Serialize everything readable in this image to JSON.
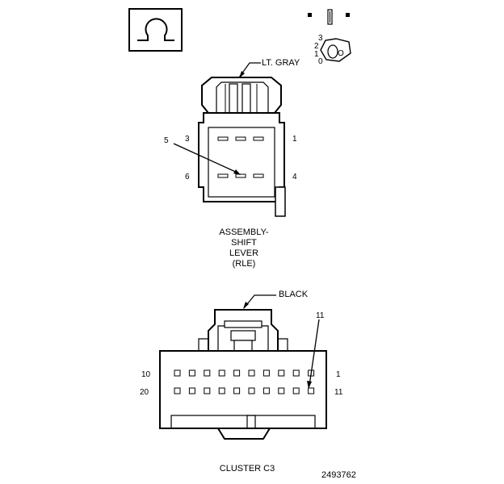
{
  "connector_rle": {
    "color_label": "LT. GRAY",
    "pin_numbers": {
      "p3": "3",
      "p1": "1",
      "p6": "6",
      "p4": "4",
      "p5": "5"
    },
    "name_lines": [
      "ASSEMBLY-",
      "SHIFT",
      "LEVER",
      "(RLE)"
    ]
  },
  "connector_c3": {
    "color_label": "BLACK",
    "pin_numbers": {
      "top_left": "10",
      "top_right": "1",
      "bottom_left": "20",
      "bottom_right": "11",
      "callout": "11"
    },
    "top_row_pins": 10,
    "bottom_row_pins": 10,
    "name": "CLUSTER C3"
  },
  "figure_number": "2493762",
  "icons": [
    "ohm-symbol-icon",
    "multimeter-key-icon"
  ]
}
